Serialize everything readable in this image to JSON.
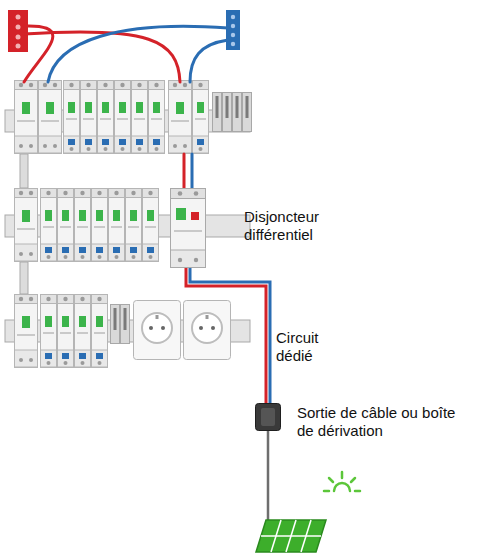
{
  "diagram": {
    "nodes": [
      {
        "text": [
          "Disjoncteur différentiel"
        ]
      },
      {
        "text": [
          "Sortie de câble ou boîte de dérivation"
        ]
      }
    ],
    "edges": [
      {
        "from": 0,
        "to": 1,
        "arrow": "none",
        "label": "Circuit dédié"
      }
    ]
  }
}
